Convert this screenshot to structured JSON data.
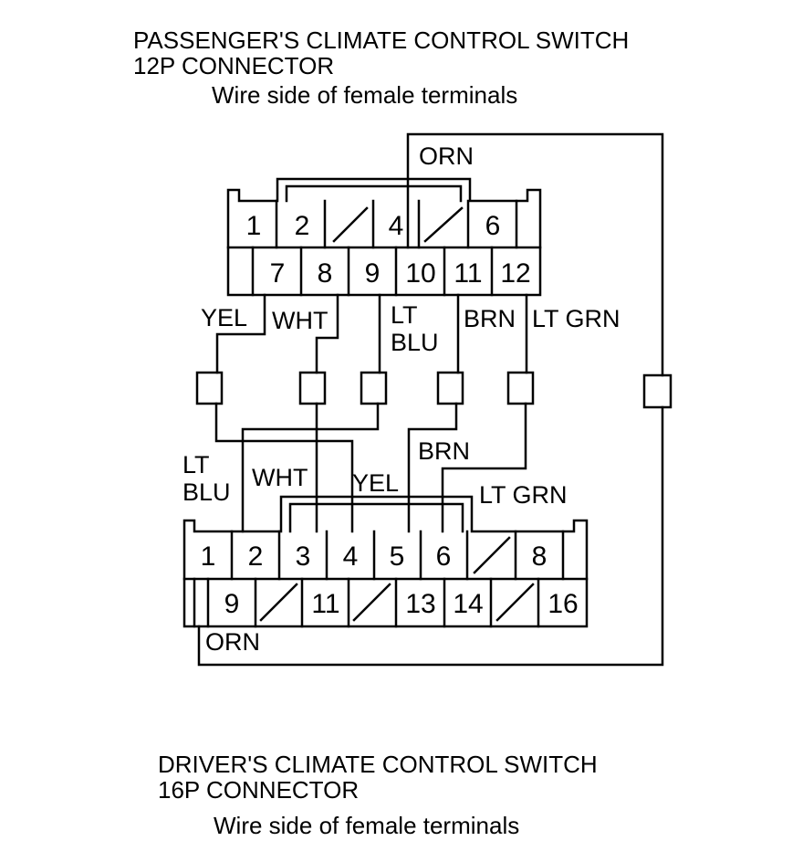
{
  "passenger": {
    "title_line1": "PASSENGER'S CLIMATE CONTROL SWITCH",
    "title_line2": "12P CONNECTOR",
    "subtitle": "Wire side of female terminals",
    "pins": {
      "p1": "1",
      "p2": "2",
      "p4": "4",
      "p6": "6",
      "p7": "7",
      "p8": "8",
      "p9": "9",
      "p10": "10",
      "p11": "11",
      "p12": "12"
    }
  },
  "driver": {
    "title_line1": "DRIVER'S CLIMATE CONTROL SWITCH",
    "title_line2": "16P CONNECTOR",
    "subtitle": "Wire side of female terminals",
    "pins": {
      "p1": "1",
      "p2": "2",
      "p3": "3",
      "p4": "4",
      "p5": "5",
      "p6": "6",
      "p8": "8",
      "p9": "9",
      "p11": "11",
      "p13": "13",
      "p14": "14",
      "p16": "16"
    }
  },
  "wires": {
    "orn_top": "ORN",
    "yel_top": "YEL",
    "wht_top": "WHT",
    "ltblu_top_1": "LT",
    "ltblu_top_2": "BLU",
    "brn_top": "BRN",
    "ltgrn_top": "LT GRN",
    "ltblu_bot_1": "LT",
    "ltblu_bot_2": "BLU",
    "wht_bot": "WHT",
    "yel_bot": "YEL",
    "brn_bot": "BRN",
    "ltgrn_bot": "LT GRN",
    "orn_bot": "ORN"
  }
}
